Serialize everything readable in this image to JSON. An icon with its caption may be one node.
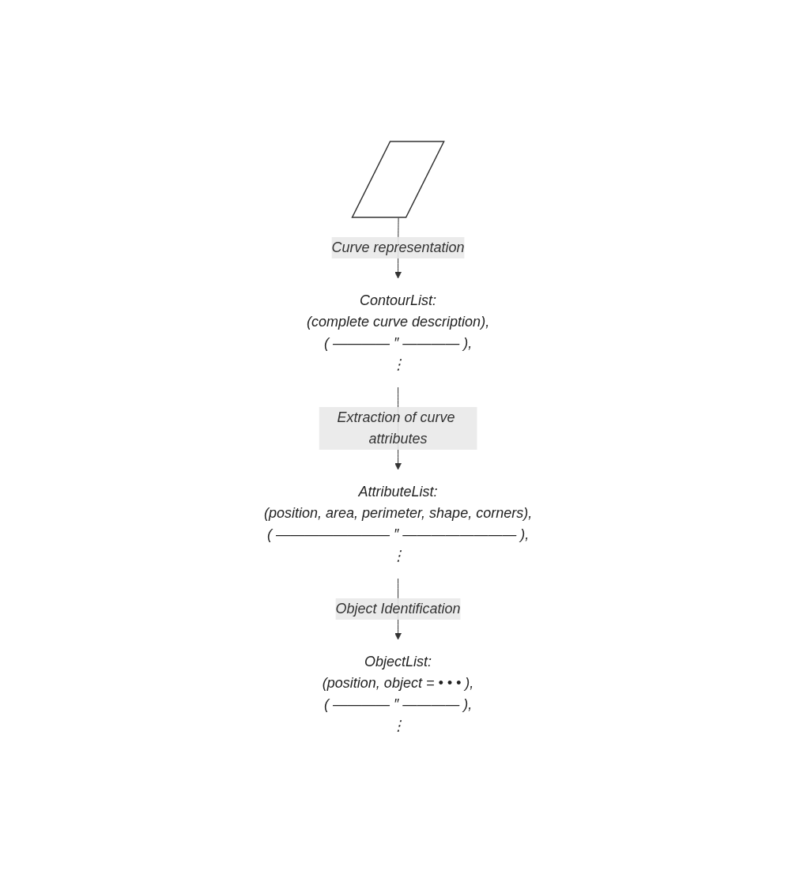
{
  "diagram": {
    "nodes": [
      {
        "text": [],
        "shape": "box"
      },
      {
        "text": [
          "ContourList:",
          "(complete curve description),",
          "( ———— ″ ———— ),",
          "⋮"
        ]
      },
      {
        "text": [
          "AttributeList:",
          "(position, area, perimeter, shape, corners),",
          "( ———————— ″ ———————— ),",
          "⋮"
        ]
      },
      {
        "text": [
          "ObjectList:",
          "(position, object = • • • ),",
          "( ———— ″ ———— ),",
          "⋮"
        ]
      }
    ],
    "edges": [
      {
        "from": 0,
        "to": 1,
        "arrow": "to",
        "label": "Curve representation"
      },
      {
        "from": 1,
        "to": 2,
        "arrow": "to",
        "label": "Extraction of curve attributes"
      },
      {
        "from": 2,
        "to": 3,
        "arrow": "to",
        "label": "Object Identification"
      }
    ]
  }
}
